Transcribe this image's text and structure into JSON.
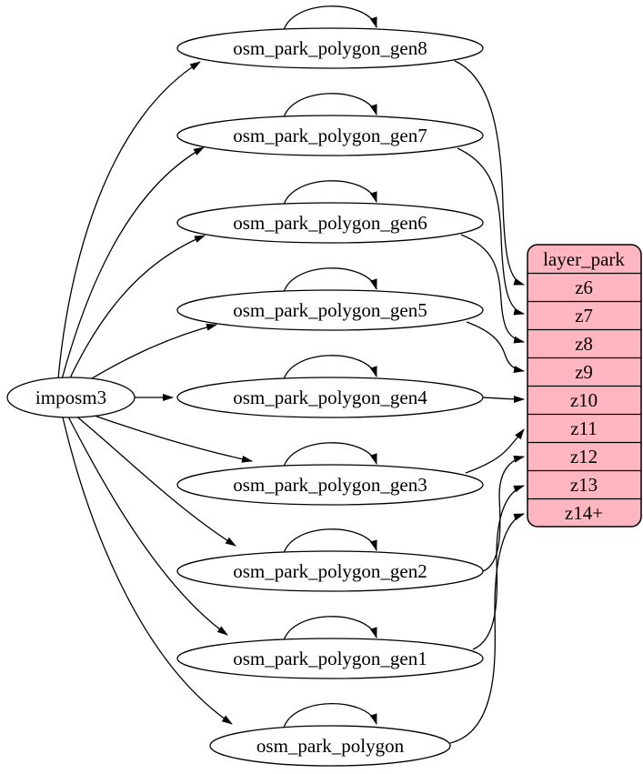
{
  "diagram": {
    "type": "etl-dependency-graph",
    "importer": {
      "label": "imposm3"
    },
    "tables": [
      {
        "label": "osm_park_polygon_gen8"
      },
      {
        "label": "osm_park_polygon_gen7"
      },
      {
        "label": "osm_park_polygon_gen6"
      },
      {
        "label": "osm_park_polygon_gen5"
      },
      {
        "label": "osm_park_polygon_gen4"
      },
      {
        "label": "osm_park_polygon_gen3"
      },
      {
        "label": "osm_park_polygon_gen2"
      },
      {
        "label": "osm_park_polygon_gen1"
      },
      {
        "label": "osm_park_polygon"
      }
    ],
    "layer": {
      "title": "layer_park",
      "zoom_rows": [
        "z6",
        "z7",
        "z8",
        "z9",
        "z10",
        "z11",
        "z12",
        "z13",
        "z14+"
      ],
      "fill_color": "#ffb6c1",
      "stroke_color": "#000000"
    },
    "colors": {
      "node_fill": "#ffffff",
      "edge_color": "#000000",
      "text_color": "#000000",
      "background": "#ffffff"
    },
    "edges": {
      "import_edges": [
        {
          "from": "imposm3",
          "to": "osm_park_polygon_gen8"
        },
        {
          "from": "imposm3",
          "to": "osm_park_polygon_gen7"
        },
        {
          "from": "imposm3",
          "to": "osm_park_polygon_gen6"
        },
        {
          "from": "imposm3",
          "to": "osm_park_polygon_gen5"
        },
        {
          "from": "imposm3",
          "to": "osm_park_polygon_gen4"
        },
        {
          "from": "imposm3",
          "to": "osm_park_polygon_gen3"
        },
        {
          "from": "imposm3",
          "to": "osm_park_polygon_gen2"
        },
        {
          "from": "imposm3",
          "to": "osm_park_polygon_gen1"
        },
        {
          "from": "imposm3",
          "to": "osm_park_polygon"
        }
      ],
      "self_loops": [
        {
          "node": "osm_park_polygon_gen8"
        },
        {
          "node": "osm_park_polygon_gen7"
        },
        {
          "node": "osm_park_polygon_gen6"
        },
        {
          "node": "osm_park_polygon_gen5"
        },
        {
          "node": "osm_park_polygon_gen4"
        },
        {
          "node": "osm_park_polygon_gen3"
        },
        {
          "node": "osm_park_polygon_gen2"
        },
        {
          "node": "osm_park_polygon_gen1"
        },
        {
          "node": "osm_park_polygon"
        }
      ],
      "zoom_edges": [
        {
          "from": "osm_park_polygon_gen8",
          "to": "z6"
        },
        {
          "from": "osm_park_polygon_gen7",
          "to": "z7"
        },
        {
          "from": "osm_park_polygon_gen6",
          "to": "z8"
        },
        {
          "from": "osm_park_polygon_gen5",
          "to": "z9"
        },
        {
          "from": "osm_park_polygon_gen4",
          "to": "z10"
        },
        {
          "from": "osm_park_polygon_gen3",
          "to": "z11"
        },
        {
          "from": "osm_park_polygon_gen2",
          "to": "z12"
        },
        {
          "from": "osm_park_polygon_gen1",
          "to": "z13"
        },
        {
          "from": "osm_park_polygon",
          "to": "z14+"
        }
      ]
    }
  }
}
